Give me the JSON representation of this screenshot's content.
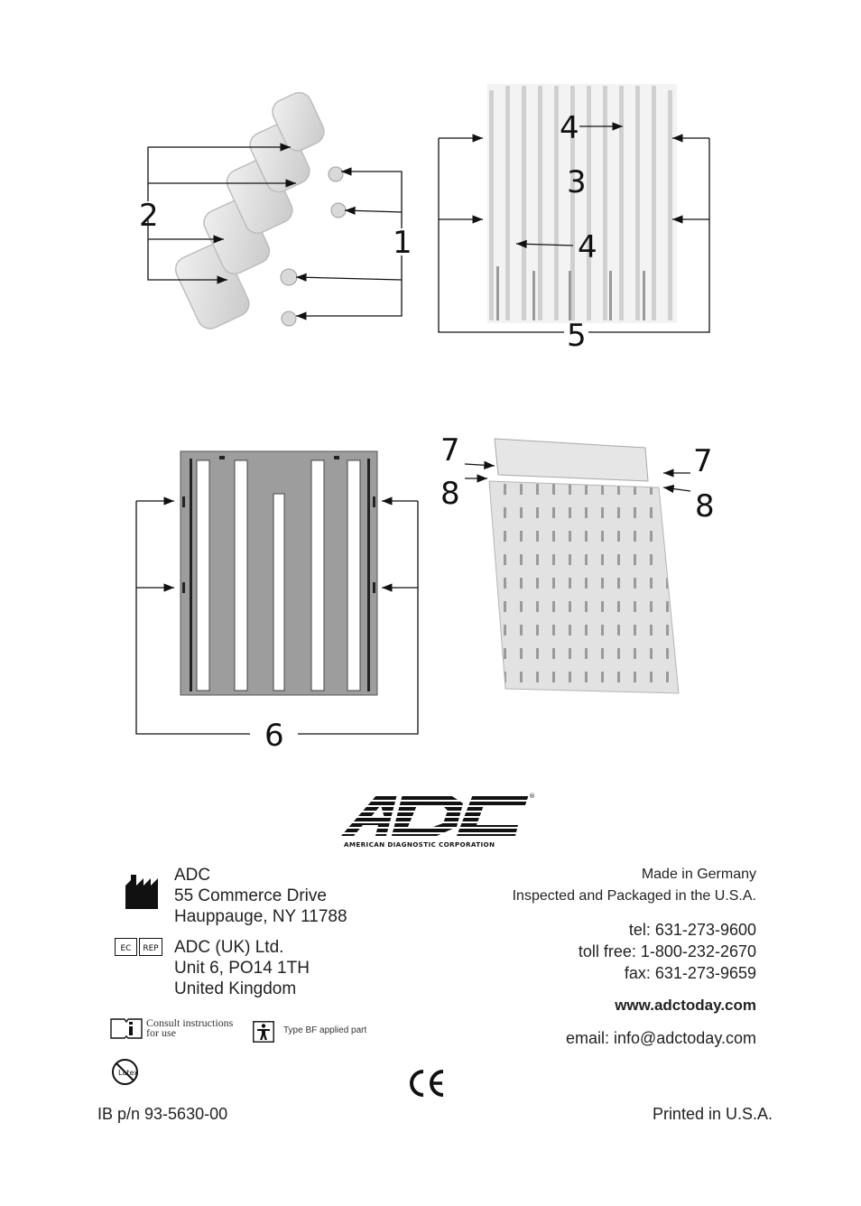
{
  "figures": {
    "top_left": {
      "callouts": [
        "1",
        "2"
      ]
    },
    "top_right": {
      "callouts": [
        "3",
        "4",
        "4",
        "5"
      ]
    },
    "bottom_left": {
      "callouts": [
        "6"
      ]
    },
    "bottom_right": {
      "callouts": [
        "7",
        "8",
        "7",
        "8"
      ]
    }
  },
  "logo": {
    "letters": "ADC",
    "registered": "®",
    "tagline": "AMERICAN DIAGNOSTIC CORPORATION"
  },
  "manufacturer": {
    "icon": "factory-icon",
    "lines": [
      "ADC",
      "55 Commerce Drive",
      "Hauppauge, NY 11788"
    ]
  },
  "ec_rep": {
    "badge_left": "EC",
    "badge_right": "REP",
    "lines": [
      "ADC (UK) Ltd.",
      "Unit 6, PO14 1TH",
      "United Kingdom"
    ]
  },
  "symbols": {
    "consult_line1": "Consult instructions",
    "consult_line2": "for use",
    "type_bf": "Type BF applied part",
    "latex": "Latex",
    "ce": "CE"
  },
  "origin": {
    "made_in": "Made in Germany",
    "inspected": "Inspected and Packaged in the U.S.A."
  },
  "contact": {
    "tel": "tel: 631-273-9600",
    "toll_free": "toll free: 1-800-232-2670",
    "fax": "fax: 631-273-9659",
    "website": "www.adctoday.com",
    "email": "email: info@adctoday.com"
  },
  "footer": {
    "part_number": "IB p/n 93-5630-00",
    "printed": "Printed in U.S.A."
  }
}
